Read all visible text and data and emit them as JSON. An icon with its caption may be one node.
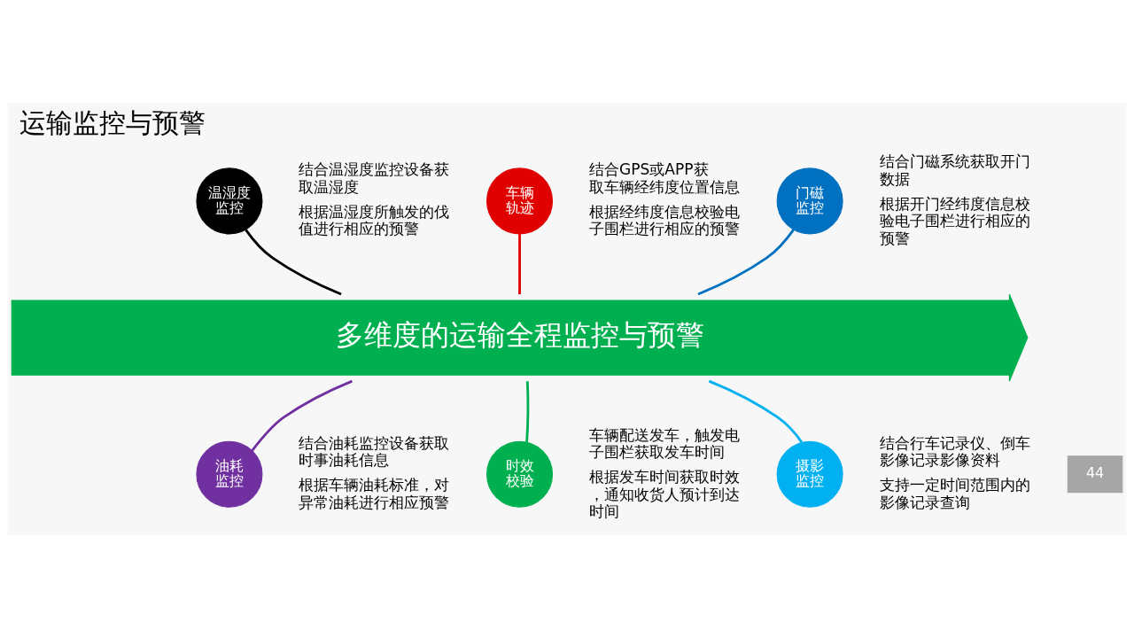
{
  "diagram": {
    "title": "运输监控与预警",
    "nodes": [
      {
        "text": [
          "温湿度监控"
        ],
        "beside": [
          "结合温湿度监控设备获取温湿度",
          "根据温湿度所触发的伐值进行相应的预警"
        ]
      },
      {
        "text": [
          "车辆轨迹"
        ],
        "beside": [
          "结合GPS或APP获取车辆经纬度位置信息",
          "根据经纬度信息校验电子围栏进行相应的预警"
        ]
      },
      {
        "text": [
          "门磁监控"
        ],
        "beside": [
          "结合门磁系统获取开门数据",
          "根据开门经纬度信息校验电子围栏进行相应的预警"
        ]
      },
      {
        "text": [
          "多维度的运输全程监控与预警"
        ]
      },
      {
        "text": [
          "油耗监控"
        ],
        "beside": [
          "结合油耗监控设备获取时事油耗信息",
          "根据车辆油耗标准，对异常油耗进行相应预警"
        ]
      },
      {
        "text": [
          "时效校验"
        ],
        "beside": [
          "车辆配送发车，触发电子围栏获取发车时间",
          "根据发车时间获取时效，通知收货人预计到达时间"
        ]
      },
      {
        "text": [
          "摄影监控"
        ],
        "beside": [
          "结合行车记录仪、倒车影像记录影像资料",
          "支持一定时间范围内的影像记录查询"
        ]
      }
    ],
    "edges": [
      {
        "from": 0,
        "to": 3,
        "arrow": "none",
        "color": "#000000"
      },
      {
        "from": 1,
        "to": 3,
        "arrow": "none",
        "color": "#e00000"
      },
      {
        "from": 2,
        "to": 3,
        "arrow": "none",
        "color": "#0070c0"
      },
      {
        "from": 4,
        "to": 3,
        "arrow": "none",
        "color": "#7030a0"
      },
      {
        "from": 5,
        "to": 3,
        "arrow": "none",
        "color": "#00b050"
      },
      {
        "from": 6,
        "to": 3,
        "arrow": "none",
        "color": "#00b0f0"
      }
    ],
    "labels": [
      "44"
    ]
  }
}
